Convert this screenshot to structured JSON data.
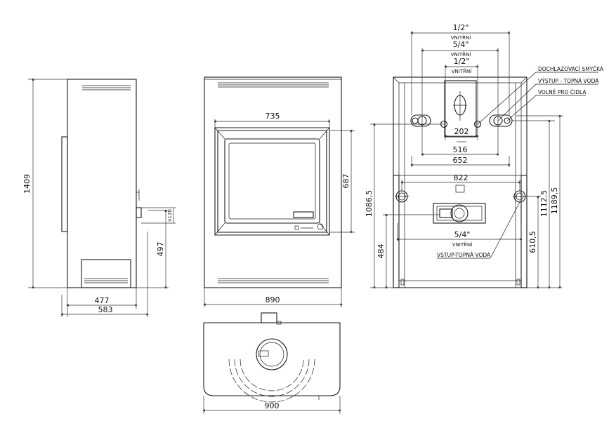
{
  "side_view": {
    "height": "1409",
    "connection_height": "497",
    "offset": "n120",
    "depth_inner": "477",
    "depth_total": "583"
  },
  "front_view": {
    "window_width": "735",
    "window_height": "687",
    "width": "890"
  },
  "top_view": {
    "width": "900"
  },
  "rear_view": {
    "dim_top_1": "1/2\"",
    "lbl_top_1": "VNITŘNÍ",
    "dim_top_2": "5/4\"",
    "lbl_top_2": "VNITŘNÍ",
    "dim_top_3": "1/2\"",
    "lbl_top_3": "VNITŘNÍ",
    "dim_202": "202",
    "dim_516": "516",
    "dim_652": "652",
    "dim_822": "822",
    "dim_1086": "1086,5",
    "dim_484": "484",
    "dim_1112": "1112,5",
    "dim_1189": "1189,5",
    "dim_610": "610,5",
    "bottom_dim": "5/4\"",
    "bottom_lbl": "VNITŘNÍ",
    "callout_1": "DOCHLAZOVACÍ SMYČKA",
    "callout_2": "VÝSTUP - TOPNÁ VODA",
    "callout_3": "VOLNÉ PRO ČIDLA",
    "callout_4": "VSTUP-TOPNÁ VODA"
  }
}
